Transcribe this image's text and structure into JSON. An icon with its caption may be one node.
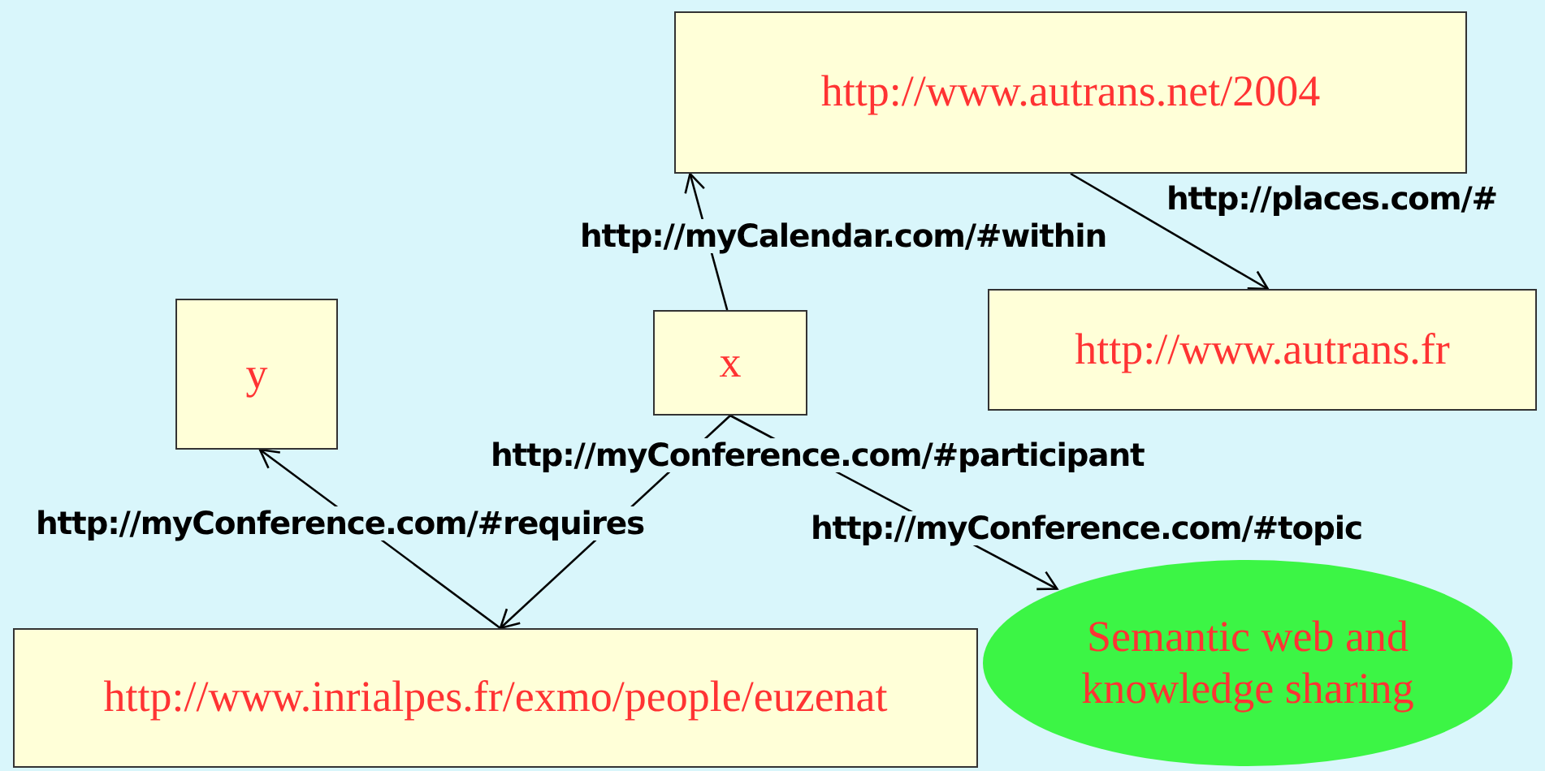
{
  "diagram": {
    "nodes": [
      {
        "text": [
          "http://www.autrans.net/2004"
        ]
      },
      {
        "text": [
          "y"
        ]
      },
      {
        "text": [
          "x"
        ]
      },
      {
        "text": [
          "http://www.autrans.fr"
        ]
      },
      {
        "text": [
          "http://www.inrialpes.fr/exmo/people/euzenat"
        ]
      },
      {
        "text": [
          "Semantic web and knowledge sharing"
        ]
      }
    ],
    "edges": [
      {
        "from": 2,
        "to": 0,
        "arrow": "to",
        "label": "http://myCalendar.com/#within"
      },
      {
        "from": 0,
        "to": 3,
        "arrow": "to",
        "label": "http://places.com/#"
      },
      {
        "from": 2,
        "to": 4,
        "arrow": "to",
        "label": "http://myConference.com/#participant"
      },
      {
        "from": 2,
        "to": 5,
        "arrow": "to",
        "label": "http://myConference.com/#topic"
      },
      {
        "from": 4,
        "to": 1,
        "arrow": "to",
        "label": "http://myConference.com/#requires"
      }
    ]
  }
}
